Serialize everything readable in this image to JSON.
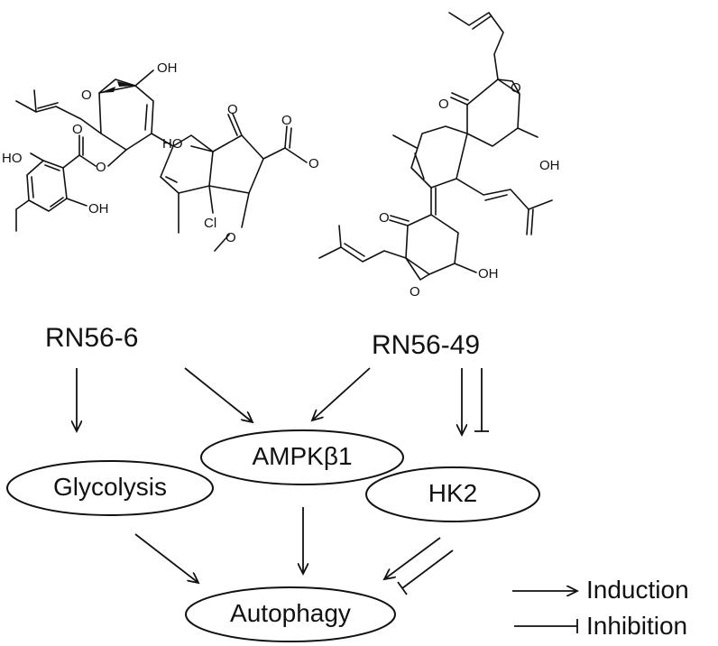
{
  "compounds": [
    {
      "name": "RN56-6",
      "atom_labels": [
        "OH",
        "O",
        "O",
        "O",
        "HO",
        "O",
        "O",
        "O",
        "HO",
        "OH",
        "Cl",
        "O"
      ]
    },
    {
      "name": "RN56-49",
      "atom_labels": [
        "O",
        "O",
        "OH",
        "O",
        "OH",
        "O"
      ]
    }
  ],
  "nodes": {
    "ampk": "AMPKβ1",
    "glycolysis": "Glycolysis",
    "hk2": "HK2",
    "autophagy": "Autophagy"
  },
  "legend": {
    "induction": "Induction",
    "inhibition": "Inhibition"
  },
  "colors": {
    "ink": "#111111",
    "background": "#ffffff"
  }
}
